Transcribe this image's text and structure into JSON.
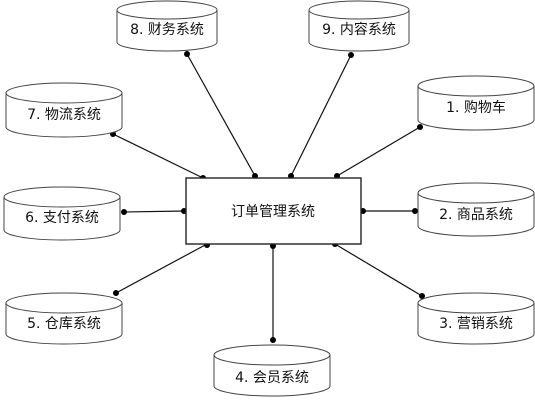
{
  "center": {
    "label": "订单管理系统"
  },
  "systems": [
    {
      "id": "cart",
      "label": "1. 购物车"
    },
    {
      "id": "goods",
      "label": "2. 商品系统"
    },
    {
      "id": "marketing",
      "label": "3. 营销系统"
    },
    {
      "id": "member",
      "label": "4. 会员系统"
    },
    {
      "id": "warehouse",
      "label": "5. 仓库系统"
    },
    {
      "id": "payment",
      "label": "6. 支付系统"
    },
    {
      "id": "logistics",
      "label": "7. 物流系统"
    },
    {
      "id": "finance",
      "label": "8. 财务系统"
    },
    {
      "id": "content",
      "label": "9. 内容系统"
    }
  ]
}
